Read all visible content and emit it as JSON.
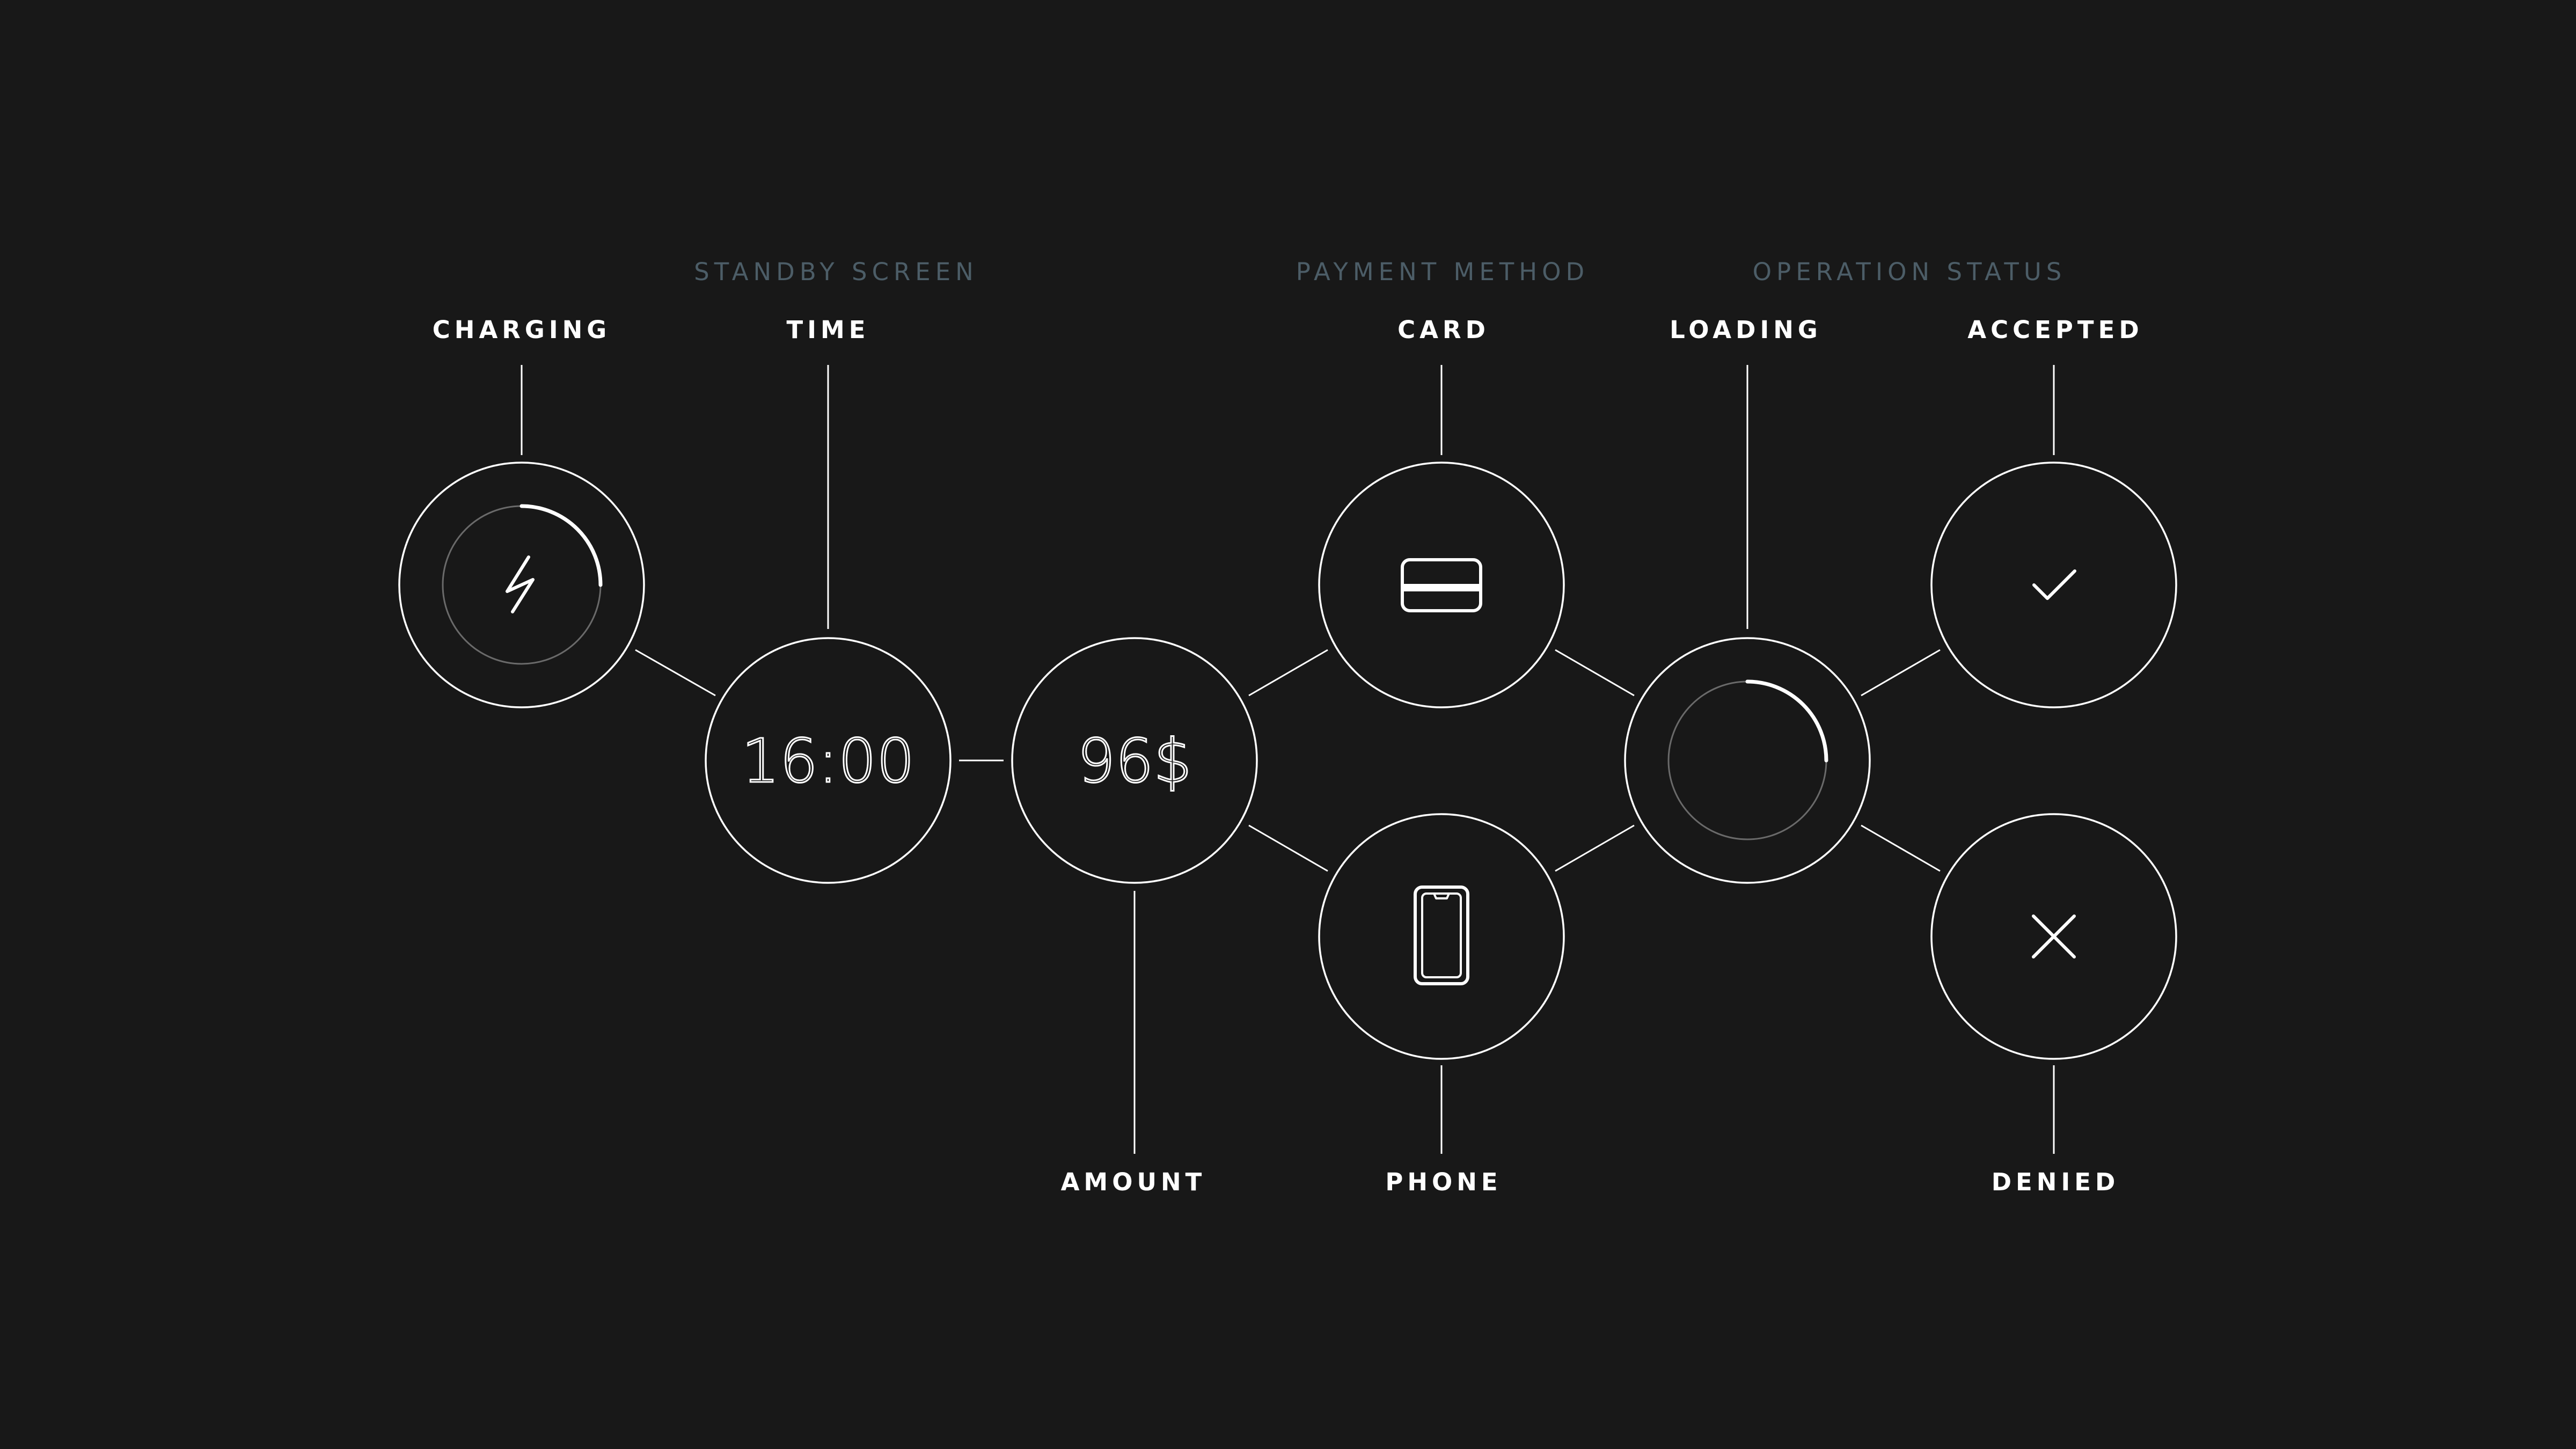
{
  "groups": {
    "standby": "STANDBY SCREEN",
    "payment": "PAYMENT METHOD",
    "operation": "OPERATION STATUS"
  },
  "nodes": {
    "charging": {
      "label": "CHARGING",
      "icon": "lightning-icon",
      "progress": 0.25
    },
    "time": {
      "label": "TIME",
      "value": "16:00"
    },
    "amount": {
      "label": "AMOUNT",
      "value": "96$"
    },
    "card": {
      "label": "CARD",
      "icon": "credit-card-icon"
    },
    "phone": {
      "label": "PHONE",
      "icon": "smartphone-icon"
    },
    "loading": {
      "label": "LOADING",
      "progress": 0.25
    },
    "accepted": {
      "label": "ACCEPTED",
      "icon": "checkmark-icon"
    },
    "denied": {
      "label": "DENIED",
      "icon": "cross-icon"
    }
  },
  "colors": {
    "background": "#181818",
    "stroke": "#ffffff",
    "group_label": "#4c5d67",
    "inner_ring": "#6a6a6a"
  }
}
